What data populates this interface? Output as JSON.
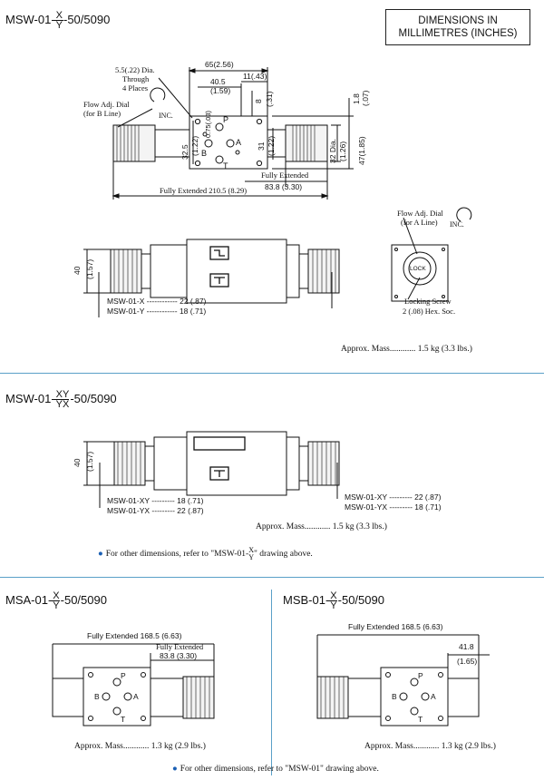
{
  "header": {
    "units_line1": "DIMENSIONS IN",
    "units_line2": "MILLIMETRES (INCHES)"
  },
  "section1": {
    "model_prefix": "MSW-01-",
    "model_top": "X",
    "model_bottom": "Y",
    "model_suffix": "-50/5090",
    "hole_label_1": "5.5(.22) Dia.",
    "hole_label_2": "Through",
    "hole_label_3": "4 Places",
    "flow_b_1": "Flow Adj. Dial",
    "flow_b_2": "(for B Line)",
    "inc": "INC.",
    "dim_65": "65(2.56)",
    "dim_40_5": "40.5",
    "dim_1_59": "(1.59)",
    "dim_11": "11(.43)",
    "dim_8": "8",
    "dim_31in": "(.31)",
    "dim_1_8": "1.8",
    "dim_07": "(.07)",
    "dim_32_5": "32.5",
    "dim_1_22a": "(1.22)",
    "dim_0_75": "0.75(.03)",
    "dim_31": "31",
    "dim_1_22b": "(1.22)",
    "dim_32dia": "32 Dia.",
    "dim_1_26": "(1.26)",
    "dim_47": "47(1.85)",
    "port_p": "P",
    "port_a": "A",
    "port_b": "B",
    "port_t": "T",
    "fully_ext_short": "Fully Extended",
    "dim_83_8": "83.8 (3.30)",
    "fully_ext_long": "Fully Extended 210.5 (8.29)",
    "dim_40": "40",
    "dim_1_57": "(1.57)",
    "msw_x": "MSW-01-X ------------ 22 (.87)",
    "msw_y": "MSW-01-Y ------------ 18 (.71)",
    "flow_a_1": "Flow Adj. Dial",
    "flow_a_2": "(for A Line)",
    "inc2": "INC.",
    "lock": "LOCK",
    "lock_screw_1": "Locking Screw",
    "lock_screw_2": "2 (.08) Hex. Soc.",
    "mass": "Approx. Mass............ 1.5 kg (3.3 lbs.)"
  },
  "section2": {
    "model_prefix": "MSW-01-",
    "model_top": "XY",
    "model_bottom": "YX",
    "model_suffix": "-50/5090",
    "dim_40": "40",
    "dim_1_57": "(1.57)",
    "msw_xy_left": "MSW-01-XY --------- 18 (.71)",
    "msw_yx_left": "MSW-01-YX --------- 22 (.87)",
    "msw_xy_right": "MSW-01-XY --------- 22 (.87)",
    "msw_yx_right": "MSW-01-YX --------- 18 (.71)",
    "mass": "Approx. Mass............ 1.5 kg (3.3 lbs.)",
    "note_pre": "For other dimensions, refer to \"MSW-01-",
    "note_top": "X",
    "note_bottom": "Y",
    "note_post": "\" drawing above."
  },
  "section3": {
    "msa_prefix": "MSA-01-",
    "msa_top": "X",
    "msa_bottom": "Y",
    "msa_suffix": "-50/5090",
    "msb_prefix": "MSB-01-",
    "msb_top": "X",
    "msb_bottom": "Y",
    "msb_suffix": "-50/5090",
    "msa_full": "Fully Extended  168.5 (6.63)",
    "msa_fe": "Fully Extended",
    "msa_83_8": "83.8 (3.30)",
    "msb_full": "Fully Extended  168.5 (6.63)",
    "msb_41_8": "41.8",
    "msb_1_65": "(1.65)",
    "port_p": "P",
    "port_a": "A",
    "port_b": "B",
    "port_t": "T",
    "msa_mass": "Approx. Mass............ 1.3 kg (2.9 lbs.)",
    "msb_mass": "Approx. Mass............ 1.3 kg (2.9 lbs.)",
    "note": "For other dimensions, refer to \"MSW-01\" drawing above."
  },
  "colors": {
    "divider": "#5aa0c8",
    "bullet": "#1a5fb4",
    "line": "#111111"
  }
}
